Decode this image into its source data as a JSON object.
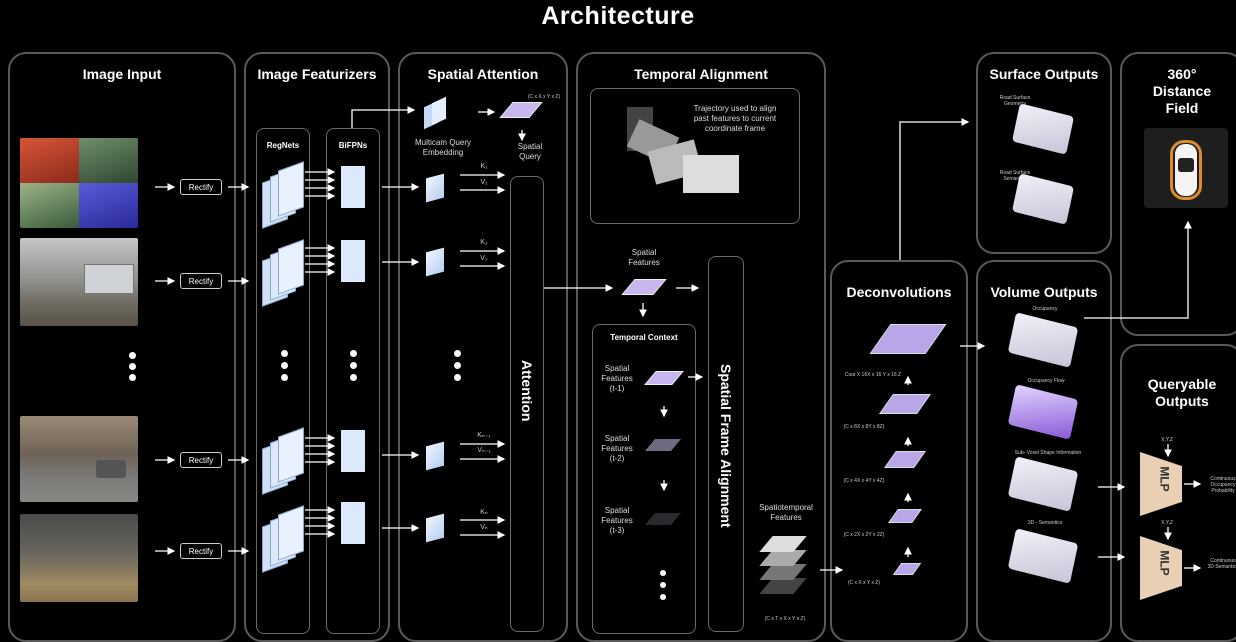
{
  "title": "Architecture",
  "panels": {
    "image_input": "Image Input",
    "image_featurizers": "Image Featurizers",
    "spatial_attention": "Spatial Attention",
    "temporal_alignment": "Temporal Alignment",
    "deconvolutions": "Deconvolutions",
    "surface_outputs": "Surface Outputs",
    "volume_outputs": "Volume Outputs",
    "distance_field": "360°\nDistance\nField",
    "queryable_outputs": "Queryable\nOutputs"
  },
  "rectify_label": "Rectify",
  "featurizers": {
    "regnets": "RegNets",
    "bifpns": "BiFPNs"
  },
  "spatial_attention": {
    "multicam": "Multicam Query\nEmbedding",
    "spatial_query": "Spatial\nQuery",
    "query_dims": "(C x X x Y x Z)",
    "attention": "Attention",
    "k1": "K₁",
    "v1": "V₁",
    "k2": "K₂",
    "v2": "V₂",
    "kn1": "Kₙ₋₁",
    "vn1": "Vₙ₋₁",
    "kn": "Kₙ",
    "vn": "Vₙ"
  },
  "temporal": {
    "trajectory": "Trajectory used to align\npast features to current\ncoordinate frame",
    "spatial_features": "Spatial\nFeatures",
    "temporal_context": "Temporal Context",
    "t1": "Spatial\nFeatures\n(t-1)",
    "t2": "Spatial\nFeatures\n(t-2)",
    "t3": "Spatial\nFeatures\n(t-3)",
    "frame_alignment": "Spatial Frame Alignment",
    "spatiotemporal": "Spatiotemporal\nFeatures",
    "st_dims": "(C x T x X x Y x Z)"
  },
  "deconv": {
    "d1": "Cout X 16X x 16 Y x 16 Z",
    "d2": "(C x 8X x 8Y x 8Z)",
    "d3": "(C x 4X x 4Y x 4Z)",
    "d4": "(C x 2X x 2Y x 2Z)",
    "d5": "(C x X x Y x Z)"
  },
  "surface": {
    "geometry": "Road Surface\nGeometry",
    "semantics": "Road Surface\nSemantics"
  },
  "volume": {
    "occupancy": "Occupancy",
    "flow": "Occupancy Flow",
    "shape": "Sub- Voxel Shape Information",
    "semantics3d": "3D - Semantics"
  },
  "queryable": {
    "xyz": "X,Y,Z",
    "mlp": "MLP",
    "out1": "Continuous\nOccupancy\nProbability",
    "out2": "Continuous\n3D Semantics"
  },
  "colors": {
    "panel_border": "#5a5a5a",
    "feature_blue": "#dbe9fb",
    "voxel_purple": "#b9a6e8",
    "mlp_tan": "#e9d0b5"
  }
}
